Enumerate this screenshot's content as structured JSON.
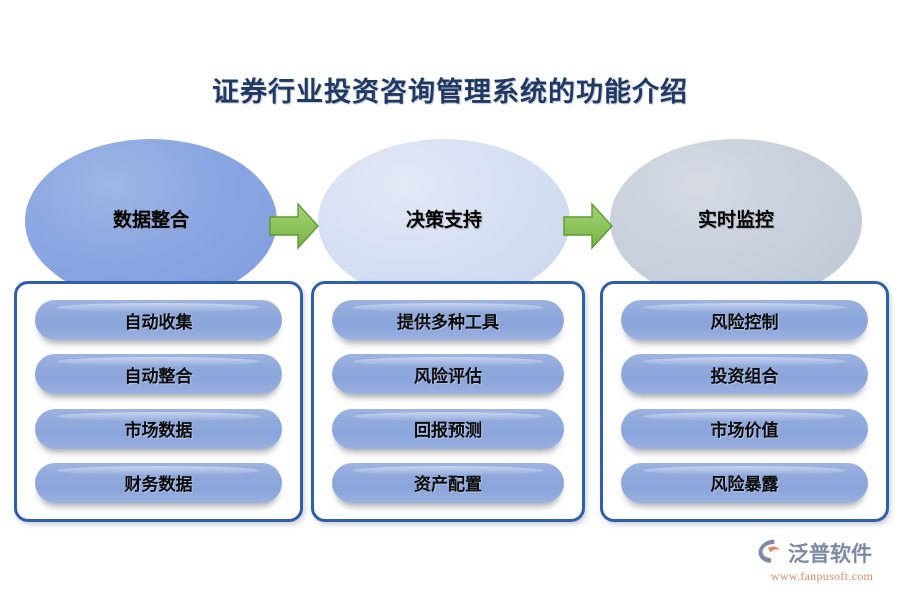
{
  "page": {
    "title": "证券行业投资咨询管理系统的功能介绍",
    "background_color": "#FFFFFF",
    "title_color": "#1F3864"
  },
  "watermark": {
    "text": "泛普软件",
    "icon": "fanpu-logo-icon"
  },
  "flow": {
    "arrow_icon": "right-arrow-icon",
    "arrow_color": "#8DC45C",
    "arrow_border_color": "#5E9B2F",
    "stages": [
      {
        "circle_label": "数据整合",
        "circle_color": "#8BA6E1",
        "box_border_color": "#2E5FA8",
        "items": [
          "自动收集",
          "自动整合",
          "市场数据",
          "财务数据"
        ]
      },
      {
        "circle_label": "决策支持",
        "circle_color": "#D6DFF2",
        "box_border_color": "#2E5FA8",
        "items": [
          "提供多种工具",
          "风险评估",
          "回报预测",
          "资产配置"
        ]
      },
      {
        "circle_label": "实时监控",
        "circle_color": "#C9D0DC",
        "box_border_color": "#2E5FA8",
        "items": [
          "风险控制",
          "投资组合",
          "市场价值",
          "风险暴露"
        ]
      }
    ]
  },
  "brand": {
    "name": "泛普软件",
    "url": "www.fanpusoft.com",
    "name_color": "#7C8AA5",
    "url_color": "#E08A6B",
    "icon": "fanpu-logo-icon"
  }
}
